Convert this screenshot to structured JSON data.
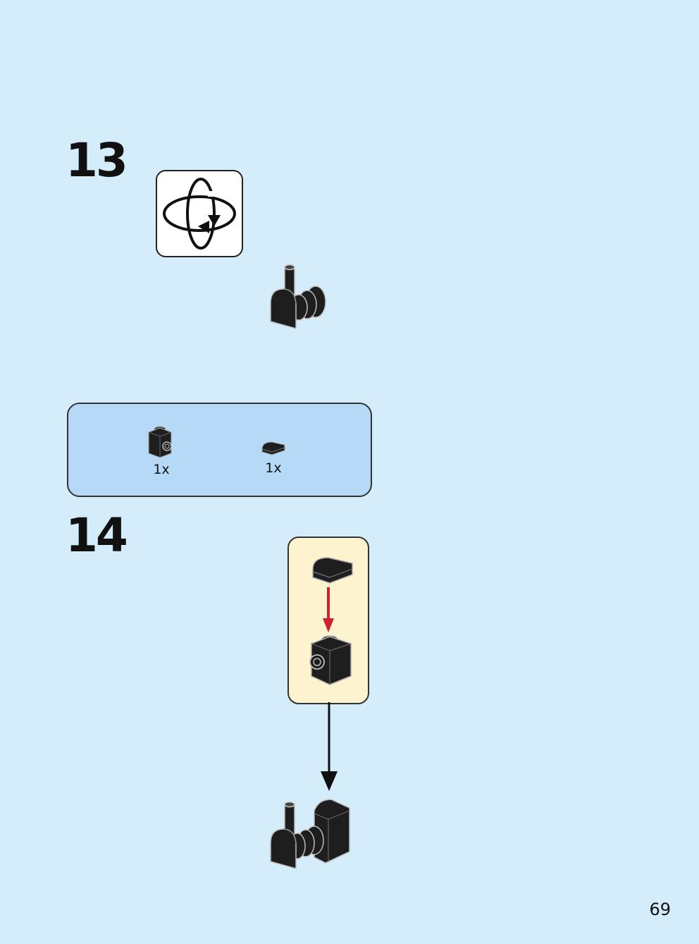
{
  "steps": [
    {
      "number": "13"
    },
    {
      "number": "14"
    }
  ],
  "parts": [
    {
      "qty": "1x",
      "icon": "brick-1x1-with-stud-side-icon"
    },
    {
      "qty": "1x",
      "icon": "tile-round-corner-icon"
    }
  ],
  "page_number": "69",
  "colors": {
    "background": "#d5ecfb",
    "parts_box": "#b5d9f6",
    "subassembly_box": "#fdf3cf",
    "arrow_red": "#d0202a",
    "brick": "#1e1e1e"
  }
}
